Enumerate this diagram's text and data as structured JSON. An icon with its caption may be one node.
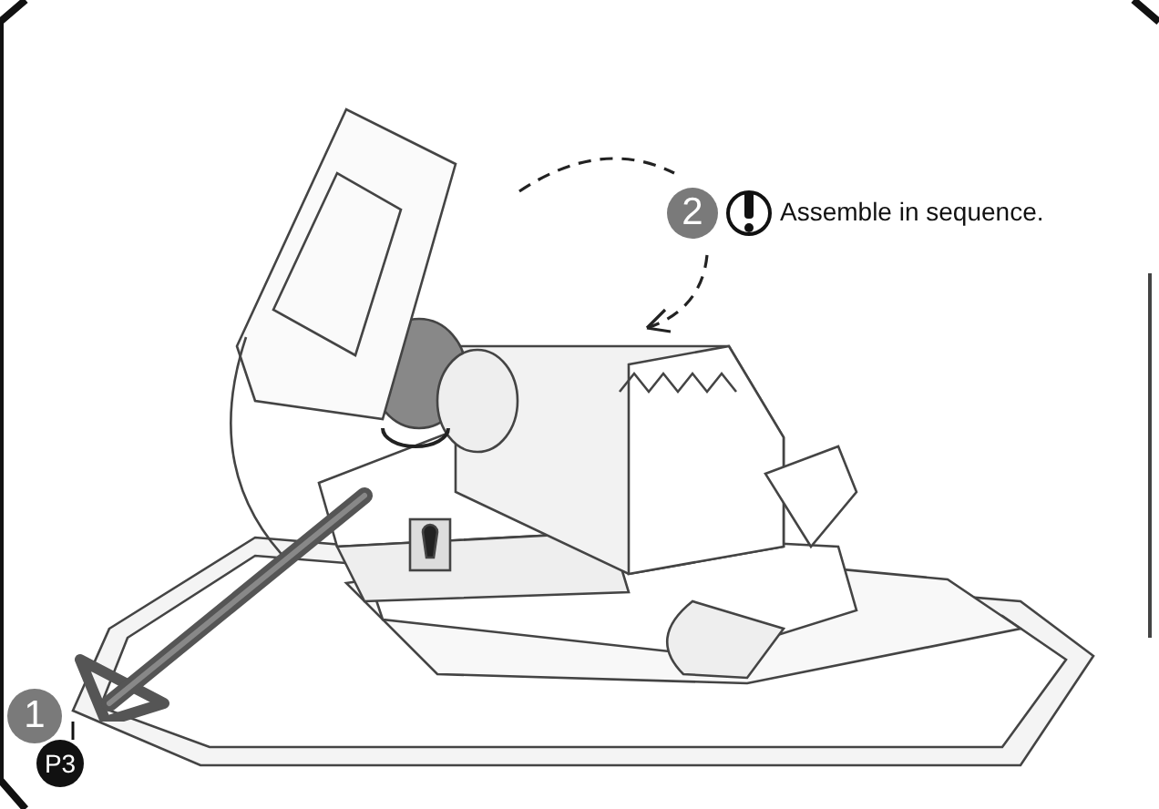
{
  "diagram": {
    "nodes": [
      {
        "text": [
          "1"
        ]
      },
      {
        "text": [
          "2"
        ]
      },
      {
        "text": [
          "P3"
        ]
      },
      {
        "text": [],
        "shape": "picture"
      }
    ],
    "edges": [
      {
        "from": 2,
        "to": 3,
        "arrow": "none"
      }
    ],
    "labels": [
      "Assemble in sequence."
    ]
  }
}
